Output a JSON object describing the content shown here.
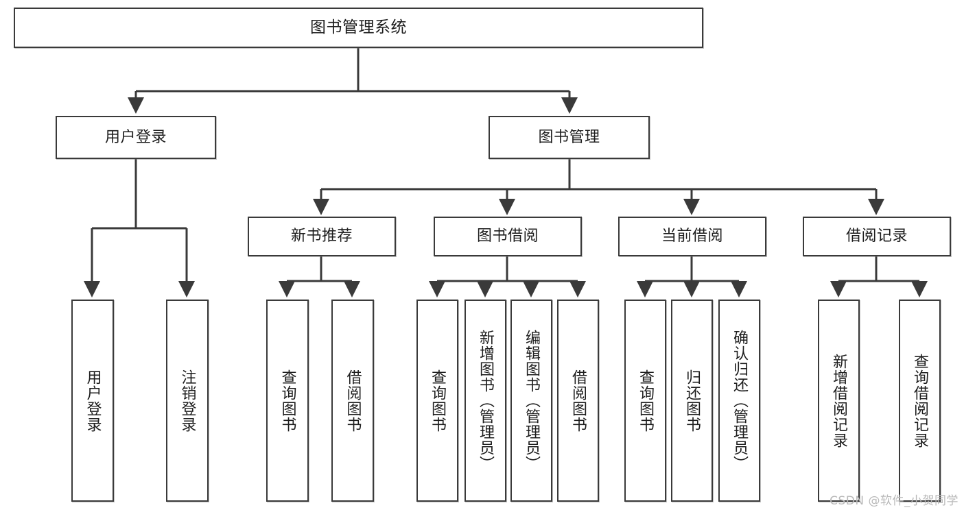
{
  "diagram": {
    "title": "图书管理系统",
    "type": "tree-hierarchy",
    "watermark": "CSDN @软件_小贺同学",
    "colors": {
      "box_border": "#3a3a3a",
      "box_fill": "#ffffff",
      "edge": "#3a3a3a",
      "text": "#1d1d1d",
      "watermark": "#b9b9b9",
      "background": "#ffffff"
    }
  },
  "nodes": {
    "root": {
      "label": "图书管理系统"
    },
    "level2": [
      {
        "id": "user-login",
        "label": "用户登录"
      },
      {
        "id": "book-management",
        "label": "图书管理"
      }
    ],
    "level3": [
      {
        "id": "new-book-recommend",
        "label": "新书推荐"
      },
      {
        "id": "book-borrow",
        "label": "图书借阅"
      },
      {
        "id": "current-borrow",
        "label": "当前借阅"
      },
      {
        "id": "borrow-record",
        "label": "借阅记录"
      }
    ],
    "leaves": [
      {
        "id": "leaf-user-login",
        "label": "用户登录",
        "parent": "user-login"
      },
      {
        "id": "leaf-logout-login",
        "label": "注销登录",
        "parent": "user-login"
      },
      {
        "id": "leaf-query-book-1",
        "label": "查询图书",
        "parent": "new-book-recommend"
      },
      {
        "id": "leaf-borrow-book-1",
        "label": "借阅图书",
        "parent": "new-book-recommend"
      },
      {
        "id": "leaf-query-book-2",
        "label": "查询图书",
        "parent": "book-borrow"
      },
      {
        "id": "leaf-add-book",
        "label": "新增图书（管理员）",
        "parent": "book-borrow"
      },
      {
        "id": "leaf-edit-book",
        "label": "编辑图书（管理员）",
        "parent": "book-borrow"
      },
      {
        "id": "leaf-borrow-book-2",
        "label": "借阅图书",
        "parent": "book-borrow"
      },
      {
        "id": "leaf-query-book-3",
        "label": "查询图书",
        "parent": "current-borrow"
      },
      {
        "id": "leaf-return-book",
        "label": "归还图书",
        "parent": "current-borrow"
      },
      {
        "id": "leaf-confirm-return",
        "label": "确认归还（管理员）",
        "parent": "current-borrow"
      },
      {
        "id": "leaf-add-borrow-record",
        "label": "新增借阅记录",
        "parent": "borrow-record"
      },
      {
        "id": "leaf-query-borrow-record",
        "label": "查询借阅记录",
        "parent": "borrow-record"
      }
    ]
  }
}
